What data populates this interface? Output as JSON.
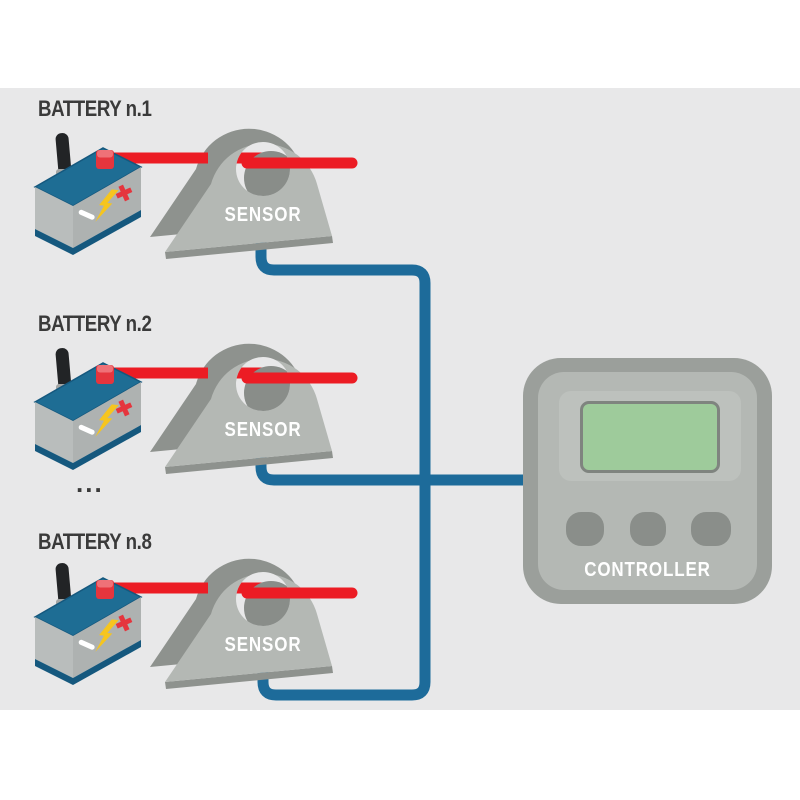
{
  "diagram": {
    "batteries": [
      {
        "label": "BATTERY n.1"
      },
      {
        "label": "BATTERY n.2"
      },
      {
        "label": "BATTERY n.8"
      }
    ],
    "ellipsis_label": "...",
    "sensors": [
      {
        "label": "SENSOR"
      },
      {
        "label": "SENSOR"
      },
      {
        "label": "SENSOR"
      }
    ],
    "controller": {
      "label": "CONTROLLER"
    },
    "colors": {
      "background_band": "#e8e8e9",
      "power_wire_red": "#ec1c24",
      "signal_wire_blue": "#1d6b9a",
      "battery_top_blue": "#1e6d94",
      "battery_trim_navy": "#15587e",
      "battery_body_gray": "#b9bdbc",
      "bolt_yellow": "#f6c51e",
      "sensor_body_gray": "#b4b8b4",
      "sensor_shadow_gray": "#8e928e",
      "controller_body_gray": "#9b9f9b",
      "screen_green": "#9ecb9b",
      "label_text": "#3a3a3a"
    }
  }
}
